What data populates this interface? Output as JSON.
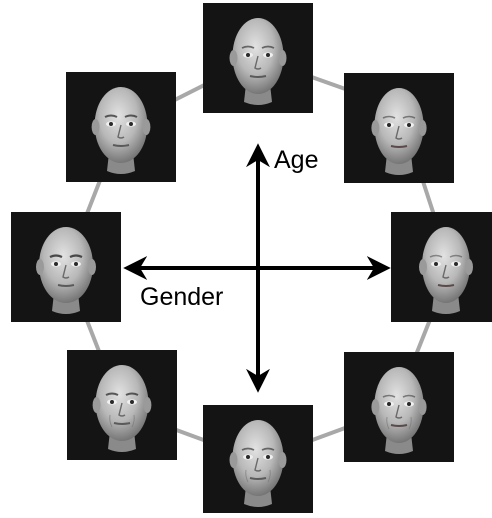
{
  "diagram": {
    "axes": {
      "vertical_label": "Age",
      "horizontal_label": "Gender"
    },
    "faces": [
      {
        "id": "face-top",
        "position": "top"
      },
      {
        "id": "face-upper-right",
        "position": "upper-right"
      },
      {
        "id": "face-right",
        "position": "right"
      },
      {
        "id": "face-lower-right",
        "position": "lower-right"
      },
      {
        "id": "face-bottom",
        "position": "bottom"
      },
      {
        "id": "face-lower-left",
        "position": "lower-left"
      },
      {
        "id": "face-left",
        "position": "left"
      },
      {
        "id": "face-upper-left",
        "position": "upper-left"
      }
    ],
    "colors": {
      "ring": "#a8a8a8",
      "tile_background": "#141414",
      "arrow": "#000000"
    }
  }
}
